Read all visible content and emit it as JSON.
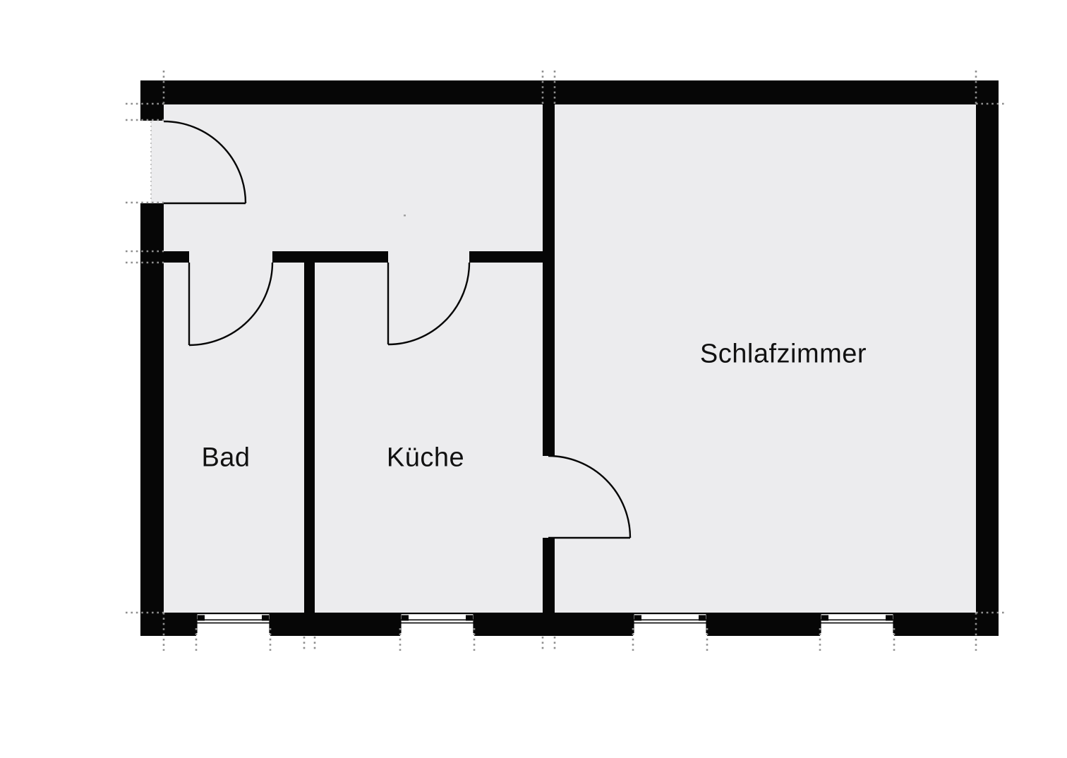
{
  "plan": {
    "rooms": [
      {
        "id": "bad",
        "name": "Bad"
      },
      {
        "id": "kueche",
        "name": "Küche"
      },
      {
        "id": "schlafzimmer",
        "name": "Schlafzimmer"
      }
    ]
  },
  "colors": {
    "paper": "#ffffff",
    "floor": "#ececee",
    "wall": "#060606",
    "guide": "#8e8e8e",
    "label": "#111111"
  }
}
